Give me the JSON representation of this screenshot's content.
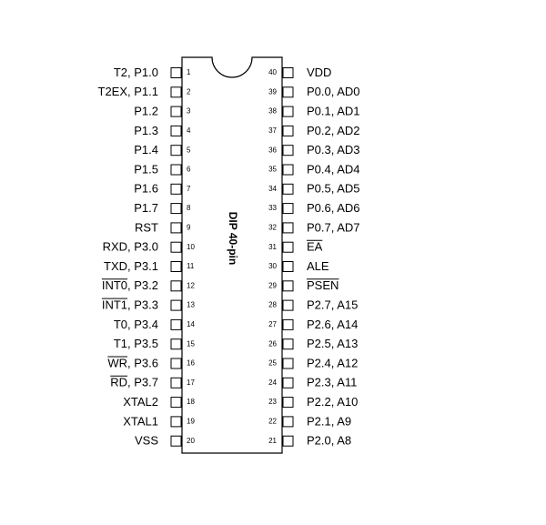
{
  "chip": {
    "package_label": "DIP 40-pin"
  },
  "left_pins": [
    {
      "number": "1",
      "label": "T2, P1.0"
    },
    {
      "number": "2",
      "label": "T2EX, P1.1"
    },
    {
      "number": "3",
      "label": "P1.2"
    },
    {
      "number": "4",
      "label": "P1.3"
    },
    {
      "number": "5",
      "label": "P1.4"
    },
    {
      "number": "6",
      "label": "P1.5"
    },
    {
      "number": "7",
      "label": "P1.6"
    },
    {
      "number": "8",
      "label": "P1.7"
    },
    {
      "number": "9",
      "label": "RST"
    },
    {
      "number": "10",
      "label": "RXD, P3.0"
    },
    {
      "number": "11",
      "label": "TXD, P3.1"
    },
    {
      "number": "12",
      "label": "INT0, P3.2",
      "overline": "INT0"
    },
    {
      "number": "13",
      "label": "INT1, P3.3",
      "overline": "INT1"
    },
    {
      "number": "14",
      "label": "T0, P3.4"
    },
    {
      "number": "15",
      "label": "T1, P3.5"
    },
    {
      "number": "16",
      "label": "WR, P3.6",
      "overline": "WR"
    },
    {
      "number": "17",
      "label": "RD, P3.7",
      "overline": "RD"
    },
    {
      "number": "18",
      "label": "XTAL2"
    },
    {
      "number": "19",
      "label": "XTAL1"
    },
    {
      "number": "20",
      "label": "VSS"
    }
  ],
  "right_pins": [
    {
      "number": "40",
      "label": "VDD"
    },
    {
      "number": "39",
      "label": "P0.0, AD0"
    },
    {
      "number": "38",
      "label": "P0.1, AD1"
    },
    {
      "number": "37",
      "label": "P0.2, AD2"
    },
    {
      "number": "36",
      "label": "P0.3, AD3"
    },
    {
      "number": "35",
      "label": "P0.4, AD4"
    },
    {
      "number": "34",
      "label": "P0.5, AD5"
    },
    {
      "number": "33",
      "label": "P0.6, AD6"
    },
    {
      "number": "32",
      "label": "P0.7, AD7"
    },
    {
      "number": "31",
      "label": "EA",
      "overline": "EA"
    },
    {
      "number": "30",
      "label": "ALE"
    },
    {
      "number": "29",
      "label": "PSEN",
      "overline": "PSEN"
    },
    {
      "number": "28",
      "label": "P2.7, A15"
    },
    {
      "number": "27",
      "label": "P2.6, A14"
    },
    {
      "number": "26",
      "label": "P2.5, A13"
    },
    {
      "number": "25",
      "label": "P2.4, A12"
    },
    {
      "number": "24",
      "label": "P2.3, A11"
    },
    {
      "number": "23",
      "label": "P2.2, A10"
    },
    {
      "number": "22",
      "label": "P2.1, A9"
    },
    {
      "number": "21",
      "label": "P2.0, A8"
    }
  ]
}
